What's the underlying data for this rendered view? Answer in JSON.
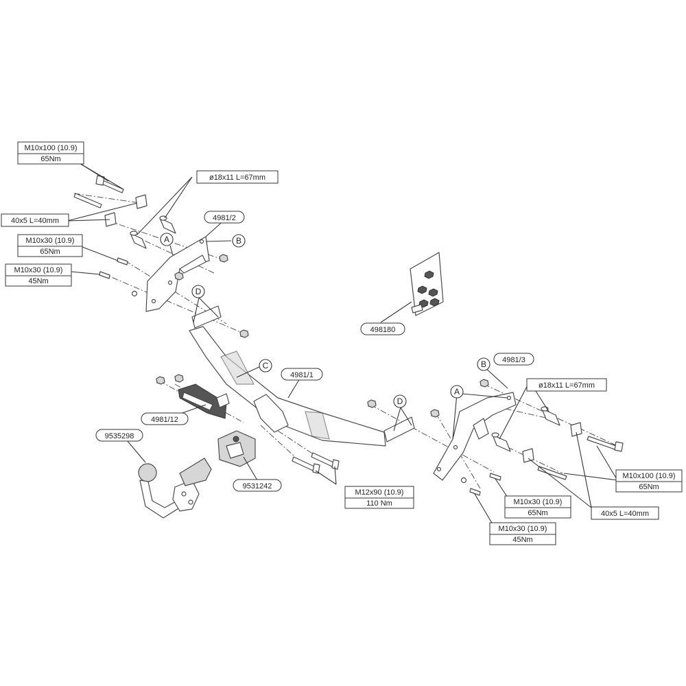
{
  "spec_labels": {
    "bolt_top_left": {
      "spec": "M10x100 (10.9)",
      "torque": "65Nm"
    },
    "bolt_m10x30_a_left": {
      "spec": "M10x30 (10.9)",
      "torque": "65Nm"
    },
    "bolt_m10x30_b_left": {
      "spec": "M10x30 (10.9)",
      "torque": "45Nm"
    },
    "bolt_m12x90": {
      "spec": "M12x90 (10.9)",
      "torque": "110 Nm"
    },
    "bolt_m10x30_a_right": {
      "spec": "M10x30 (10.9)",
      "torque": "65Nm"
    },
    "bolt_m10x30_b_right": {
      "spec": "M10x30 (10.9)",
      "torque": "45Nm"
    },
    "bolt_top_right": {
      "spec": "M10x100 (10.9)",
      "torque": "65Nm"
    }
  },
  "single_labels": {
    "spacer_left": "40x5 L=40mm",
    "tube_left": "ø18x11 L=67mm",
    "tube_right": "ø18x11 L=67mm",
    "spacer_right": "40x5 L=40mm"
  },
  "part_numbers": {
    "bracket_left": "4981/2",
    "bracket_right": "4981/3",
    "crossbar": "4981/1",
    "socket_plate": "4981/12",
    "tow_ball": "9535298",
    "ball_mount": "9531242",
    "bolt_kit": "498180"
  },
  "letters": {
    "a_left": "A",
    "b_left": "B",
    "d_left": "D",
    "c_mid": "C",
    "d_right": "D",
    "a_right": "A",
    "b_right": "B"
  }
}
